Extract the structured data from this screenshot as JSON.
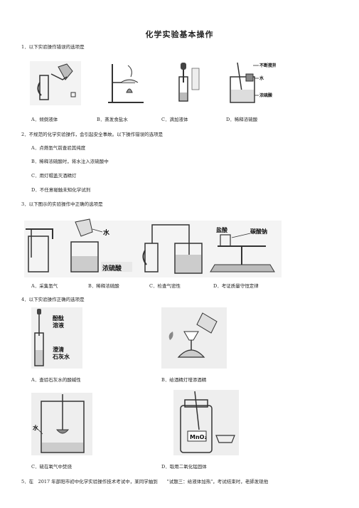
{
  "title": "化学实验基本操作",
  "q1": {
    "stem": "1．以下实验操作错误的选项是",
    "options": [
      "A．倾倒液体",
      "B．蒸发食盐水",
      "C．滴加液体",
      "D．稀释浓硫酸"
    ],
    "fig_labels": [
      "不断搅拌",
      "水",
      "浓硫酸"
    ]
  },
  "q2": {
    "stem": "2．不规范的化学实验操作，会引起安全事故。以下操作错误的选项是",
    "options": [
      "A．点燃氢气前查验其纯度",
      "B．稀释浓硫酸时，将水注入浓硫酸中",
      "C．用灯帽盖灭酒精灯",
      "D．不任意碰触未知化学试剂"
    ]
  },
  "q3": {
    "stem": "3．以下图示的实验操作中正确的选项是",
    "options": [
      "A．采集氢气",
      "B．稀释浓硫酸",
      "C．检查气密性",
      "D．考证质量守恒定律"
    ],
    "fig_labels": [
      "水",
      "浓硫酸",
      "盐酸",
      "碳酸钠"
    ]
  },
  "q4": {
    "stem": "4．以下实验操作正确的选项是",
    "options": [
      "A．查验石灰水的酸碱性",
      "B．给酒精灯增添酒精",
      "C．硫在氧气中焚烧",
      "D．取用二氧化锰固体"
    ],
    "fig_labels": [
      "酚酞",
      "溶液",
      "澄清",
      "石灰水",
      "水",
      "MnO₂"
    ]
  },
  "q5": {
    "stem": "5．在　2017 年邵阳市初中化学实验操作技术考试中，某同学抽到　　\"试题三：给液体加热\"，考试结束时，老師发现他"
  }
}
